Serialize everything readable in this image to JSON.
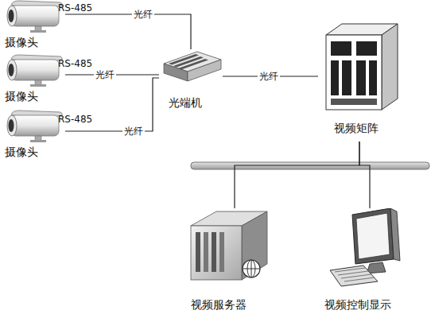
{
  "diagram": {
    "nodes": [
      {
        "text": [
          "摄像头"
        ]
      },
      {
        "text": [
          "摄像头"
        ]
      },
      {
        "text": [
          "摄像头"
        ]
      },
      {
        "text": [
          "光端机"
        ]
      },
      {
        "text": [
          "视频矩阵"
        ]
      },
      {
        "text": [
          "视频服务器"
        ]
      },
      {
        "text": [
          "视频控制显示"
        ]
      }
    ],
    "edges": [
      {
        "from": 0,
        "to": 3,
        "label": "光纤",
        "arrow": "none"
      },
      {
        "from": 1,
        "to": 3,
        "label": "光纤",
        "arrow": "none"
      },
      {
        "from": 2,
        "to": 3,
        "label": "光纤",
        "arrow": "none"
      },
      {
        "from": 3,
        "to": 4,
        "label": "光纤",
        "arrow": "none"
      },
      {
        "from": 4,
        "to": 5,
        "arrow": "none"
      },
      {
        "from": 4,
        "to": 6,
        "arrow": "none"
      }
    ],
    "labels": [
      "RS-485",
      "RS-485",
      "RS-485"
    ]
  }
}
